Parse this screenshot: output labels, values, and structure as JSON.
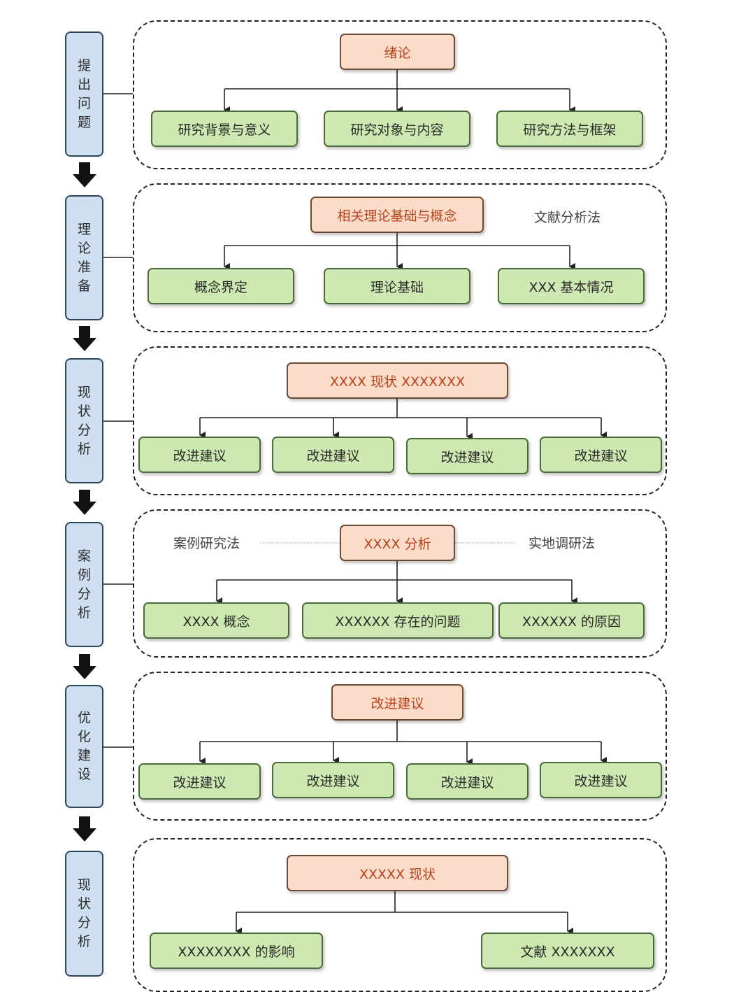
{
  "stages": [
    {
      "label": [
        "提",
        "出",
        "问",
        "题"
      ],
      "head": "绪论",
      "children": [
        "研究背景与意义",
        "研究对象与内容",
        "研究方法与框架"
      ]
    },
    {
      "label": [
        "理",
        "论",
        "准",
        "备"
      ],
      "head": "相关理论基础与概念",
      "note_right": "文献分析法",
      "children": [
        "概念界定",
        "理论基础",
        "XXX 基本情况"
      ]
    },
    {
      "label": [
        "现",
        "状",
        "分",
        "析"
      ],
      "head": "XXXX 现状 XXXXXXX",
      "children": [
        "改进建议",
        "改进建议",
        "改进建议",
        "改进建议"
      ]
    },
    {
      "label": [
        "案",
        "例",
        "分",
        "析"
      ],
      "head": "XXXX 分析",
      "note_left": "案例研究法",
      "note_right": "实地调研法",
      "children": [
        "XXXX 概念",
        "XXXXXX 存在的问题",
        "XXXXXX 的原因"
      ]
    },
    {
      "label": [
        "优",
        "化",
        "建",
        "设"
      ],
      "head": "改进建议",
      "children": [
        "改进建议",
        "改进建议",
        "改进建议",
        "改进建议"
      ]
    },
    {
      "label": [
        "现",
        "状",
        "分",
        "析"
      ],
      "head": "XXXXX 现状",
      "children": [
        "XXXXXXXX 的影响",
        "文献 XXXXXXX"
      ]
    }
  ],
  "colors": {
    "stage_fill": "#cddff0",
    "head_fill": "#fbdcc8",
    "head_text": "#b8431e",
    "child_fill": "#cde8b0",
    "line": "#222222"
  }
}
